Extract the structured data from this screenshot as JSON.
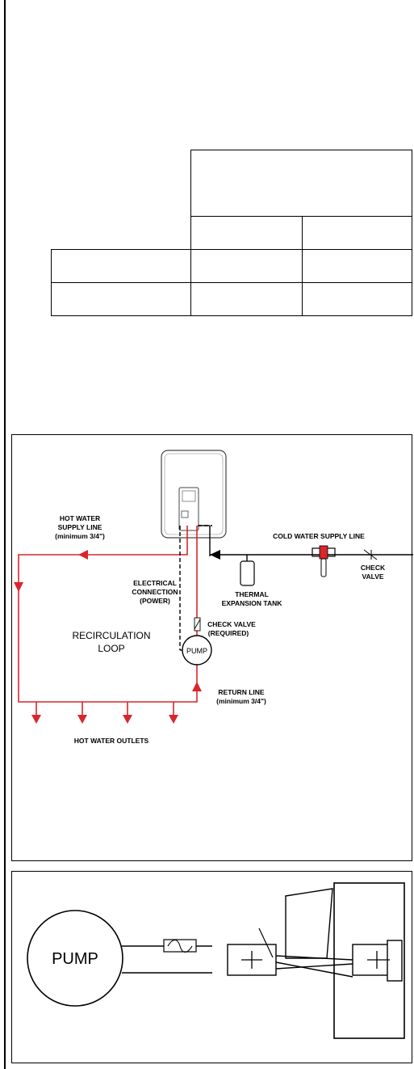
{
  "spec_table": {
    "rows": [
      {
        "label": "",
        "col1": "",
        "col2": ""
      },
      {
        "label": "",
        "col1": "",
        "col2": ""
      }
    ]
  },
  "diagram": {
    "hot_supply_1": "HOT WATER",
    "hot_supply_2": "SUPPLY LINE",
    "hot_supply_3": "(minimum 3/4\")",
    "cold_supply": "COLD WATER SUPPLY LINE",
    "check_valve_1": "CHECK",
    "check_valve_2": "VALVE",
    "electrical_1": "ELECTRICAL",
    "electrical_2": "CONNECTION",
    "electrical_3": "(POWER)",
    "thermal_1": "THERMAL",
    "thermal_2": "EXPANSION TANK",
    "recirc_1": "RECIRCULATION",
    "recirc_2": "LOOP",
    "check_req_1": "CHECK VALVE",
    "check_req_2": "(REQUIRED)",
    "pump": "PUMP",
    "return_1": "RETURN LINE",
    "return_2": "(minimum 3/4\")",
    "outlets": "HOT WATER OUTLETS"
  },
  "wiring": {
    "pump": "PUMP"
  },
  "colors": {
    "hot_line": "#d8262b",
    "line": "#000000"
  }
}
